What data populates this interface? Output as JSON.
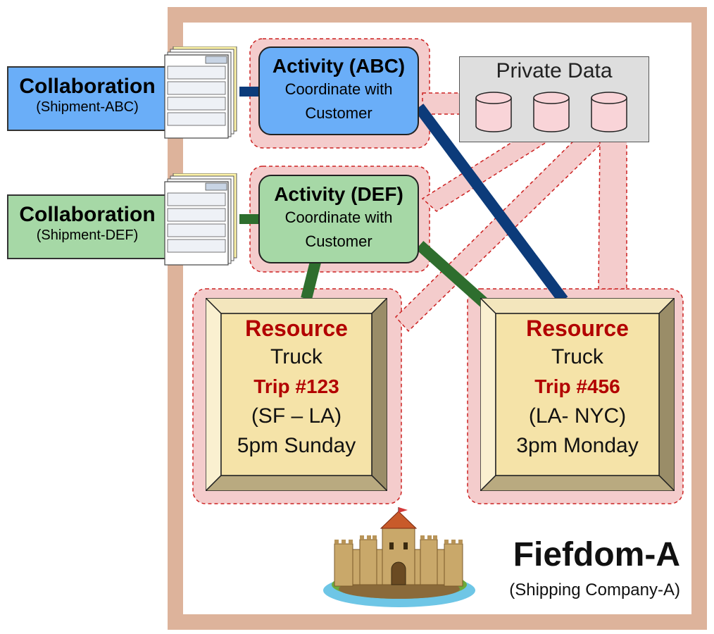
{
  "colors": {
    "border": "#ddb39b",
    "abc_fill": "#6aaef8",
    "def_fill": "#a6d8a6",
    "resource_fill": "#f5e3a8",
    "resource_red": "#b20000",
    "link_abc": "#0c3b7a",
    "link_def": "#2e6e2e",
    "dashed_pink": "#f4cccc",
    "dashed_red": "#cc2222",
    "private_fill": "#dedede"
  },
  "collaborations": [
    {
      "title": "Collaboration",
      "subtitle": "(Shipment-ABC)"
    },
    {
      "title": "Collaboration",
      "subtitle": "(Shipment-DEF)"
    }
  ],
  "activities": [
    {
      "title": "Activity (ABC)",
      "line1": "Coordinate with",
      "line2": "Customer"
    },
    {
      "title": "Activity (DEF)",
      "line1": "Coordinate with",
      "line2": "Customer"
    }
  ],
  "private_data": {
    "title": "Private Data"
  },
  "resources": [
    {
      "title": "Resource",
      "item": "Truck",
      "trip": "Trip #123",
      "route": "(SF – LA)",
      "time": "5pm Sunday"
    },
    {
      "title": "Resource",
      "item": "Truck",
      "trip": "Trip #456",
      "route": "(LA- NYC)",
      "time": "3pm Monday"
    }
  ],
  "fiefdom": {
    "title": "Fiefdom-A",
    "subtitle": "(Shipping Company-A)"
  },
  "icons": {
    "document_stack": "document-stack-icon",
    "database": "database-cylinder-icon",
    "castle": "castle-icon"
  }
}
